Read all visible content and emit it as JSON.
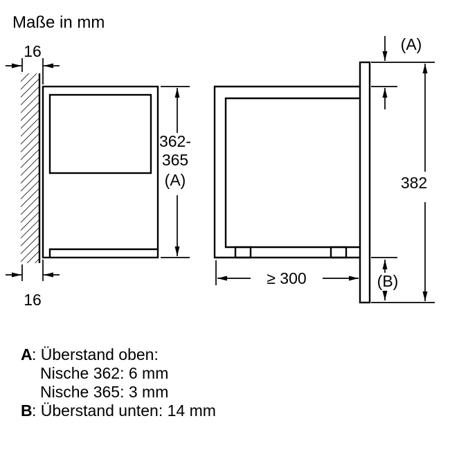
{
  "title": "Maße in mm",
  "left_view": {
    "wall_thickness_top": "16",
    "wall_thickness_bottom": "16",
    "niche_height": [
      "362-",
      "365",
      "(A)"
    ]
  },
  "right_view": {
    "overhang_top_label": "(A)",
    "front_height": "382",
    "min_depth": "≥ 300",
    "overhang_bottom_label": "(B)"
  },
  "legend": {
    "a_key": "A",
    "a_text": ": Überstand oben:",
    "a_item1": "Nische 362: 6 mm",
    "a_item2": "Nische 365: 3 mm",
    "b_key": "B",
    "b_text": ": Überstand unten: 14 mm"
  },
  "colors": {
    "line": "#000000",
    "background": "#ffffff"
  }
}
